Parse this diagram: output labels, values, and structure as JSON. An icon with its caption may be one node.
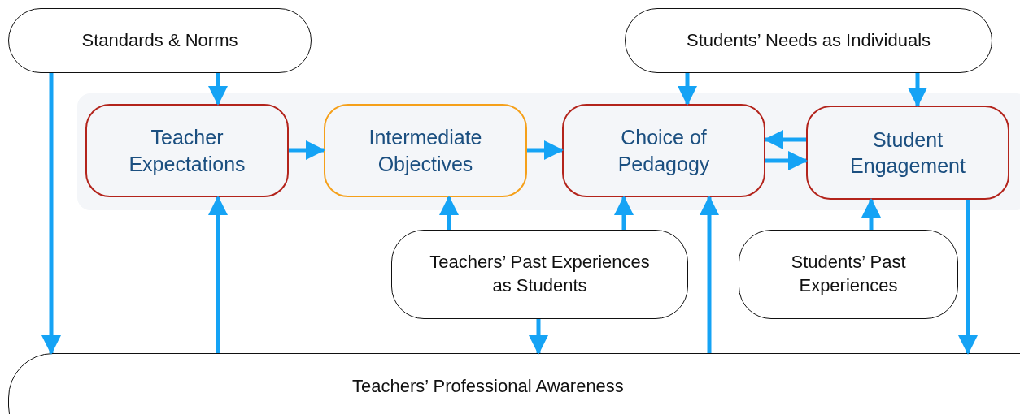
{
  "diagram": {
    "nodes": [
      {
        "text": [
          "Standards & Norms"
        ]
      },
      {
        "text": [
          "Students’ Needs as Individuals"
        ]
      },
      {
        "text": [],
        "shape": "box"
      },
      {
        "text": [
          "Teacher Expectations"
        ],
        "in": 2
      },
      {
        "text": [
          "Intermediate Objectives"
        ],
        "in": 2
      },
      {
        "text": [
          "Choice of Pedagogy"
        ],
        "in": 2
      },
      {
        "text": [
          "Student Engagement"
        ],
        "in": 2
      },
      {
        "text": [
          "Teachers’ Past Experiences as Students"
        ]
      },
      {
        "text": [
          "Students’ Past Experiences"
        ]
      },
      {
        "text": [
          "Teachers’ Professional Awareness"
        ]
      }
    ],
    "edges": [
      {
        "from": 0,
        "to": 9,
        "arrow": "to"
      },
      {
        "from": 0,
        "to": 3,
        "arrow": "to"
      },
      {
        "from": 1,
        "to": 5,
        "arrow": "to"
      },
      {
        "from": 1,
        "to": 6,
        "arrow": "to"
      },
      {
        "from": 3,
        "to": 4,
        "arrow": "to"
      },
      {
        "from": 4,
        "to": 5,
        "arrow": "to"
      },
      {
        "from": 6,
        "to": 5,
        "arrow": "to"
      },
      {
        "from": 5,
        "to": 6,
        "arrow": "to"
      },
      {
        "from": 7,
        "to": 4,
        "arrow": "to"
      },
      {
        "from": 7,
        "to": 5,
        "arrow": "to"
      },
      {
        "from": 7,
        "to": 9,
        "arrow": "to"
      },
      {
        "from": 8,
        "to": 6,
        "arrow": "to"
      },
      {
        "from": 9,
        "to": 3,
        "arrow": "to"
      },
      {
        "from": 9,
        "to": 5,
        "arrow": "to"
      },
      {
        "from": 6,
        "to": 9,
        "arrow": "to"
      }
    ]
  }
}
